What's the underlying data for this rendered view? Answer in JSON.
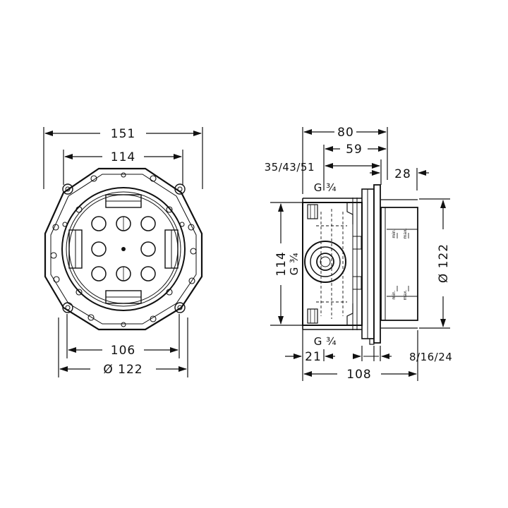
{
  "front_view": {
    "dim_overall_width": "151",
    "dim_inner_width": "114",
    "dim_bottom_width": "106",
    "dim_bottom_diameter": "Ø 122"
  },
  "side_view": {
    "dim_depth_total_top": "80",
    "dim_depth_body": "59",
    "dim_depth_options": "35/43/51",
    "dim_cover_offset": "28",
    "dim_height": "114",
    "dim_diameter": "Ø 122",
    "thread_top": "G ¾",
    "thread_left": "G ¾",
    "thread_bottom": "G ¾",
    "dim_front_offset": "21",
    "dim_total_depth": "108",
    "dim_plaster_options": "8/16/24",
    "marker_min_top": "min.",
    "marker_max_top": "max.",
    "marker_min_bottom": "min.",
    "marker_max_bottom": "max."
  }
}
